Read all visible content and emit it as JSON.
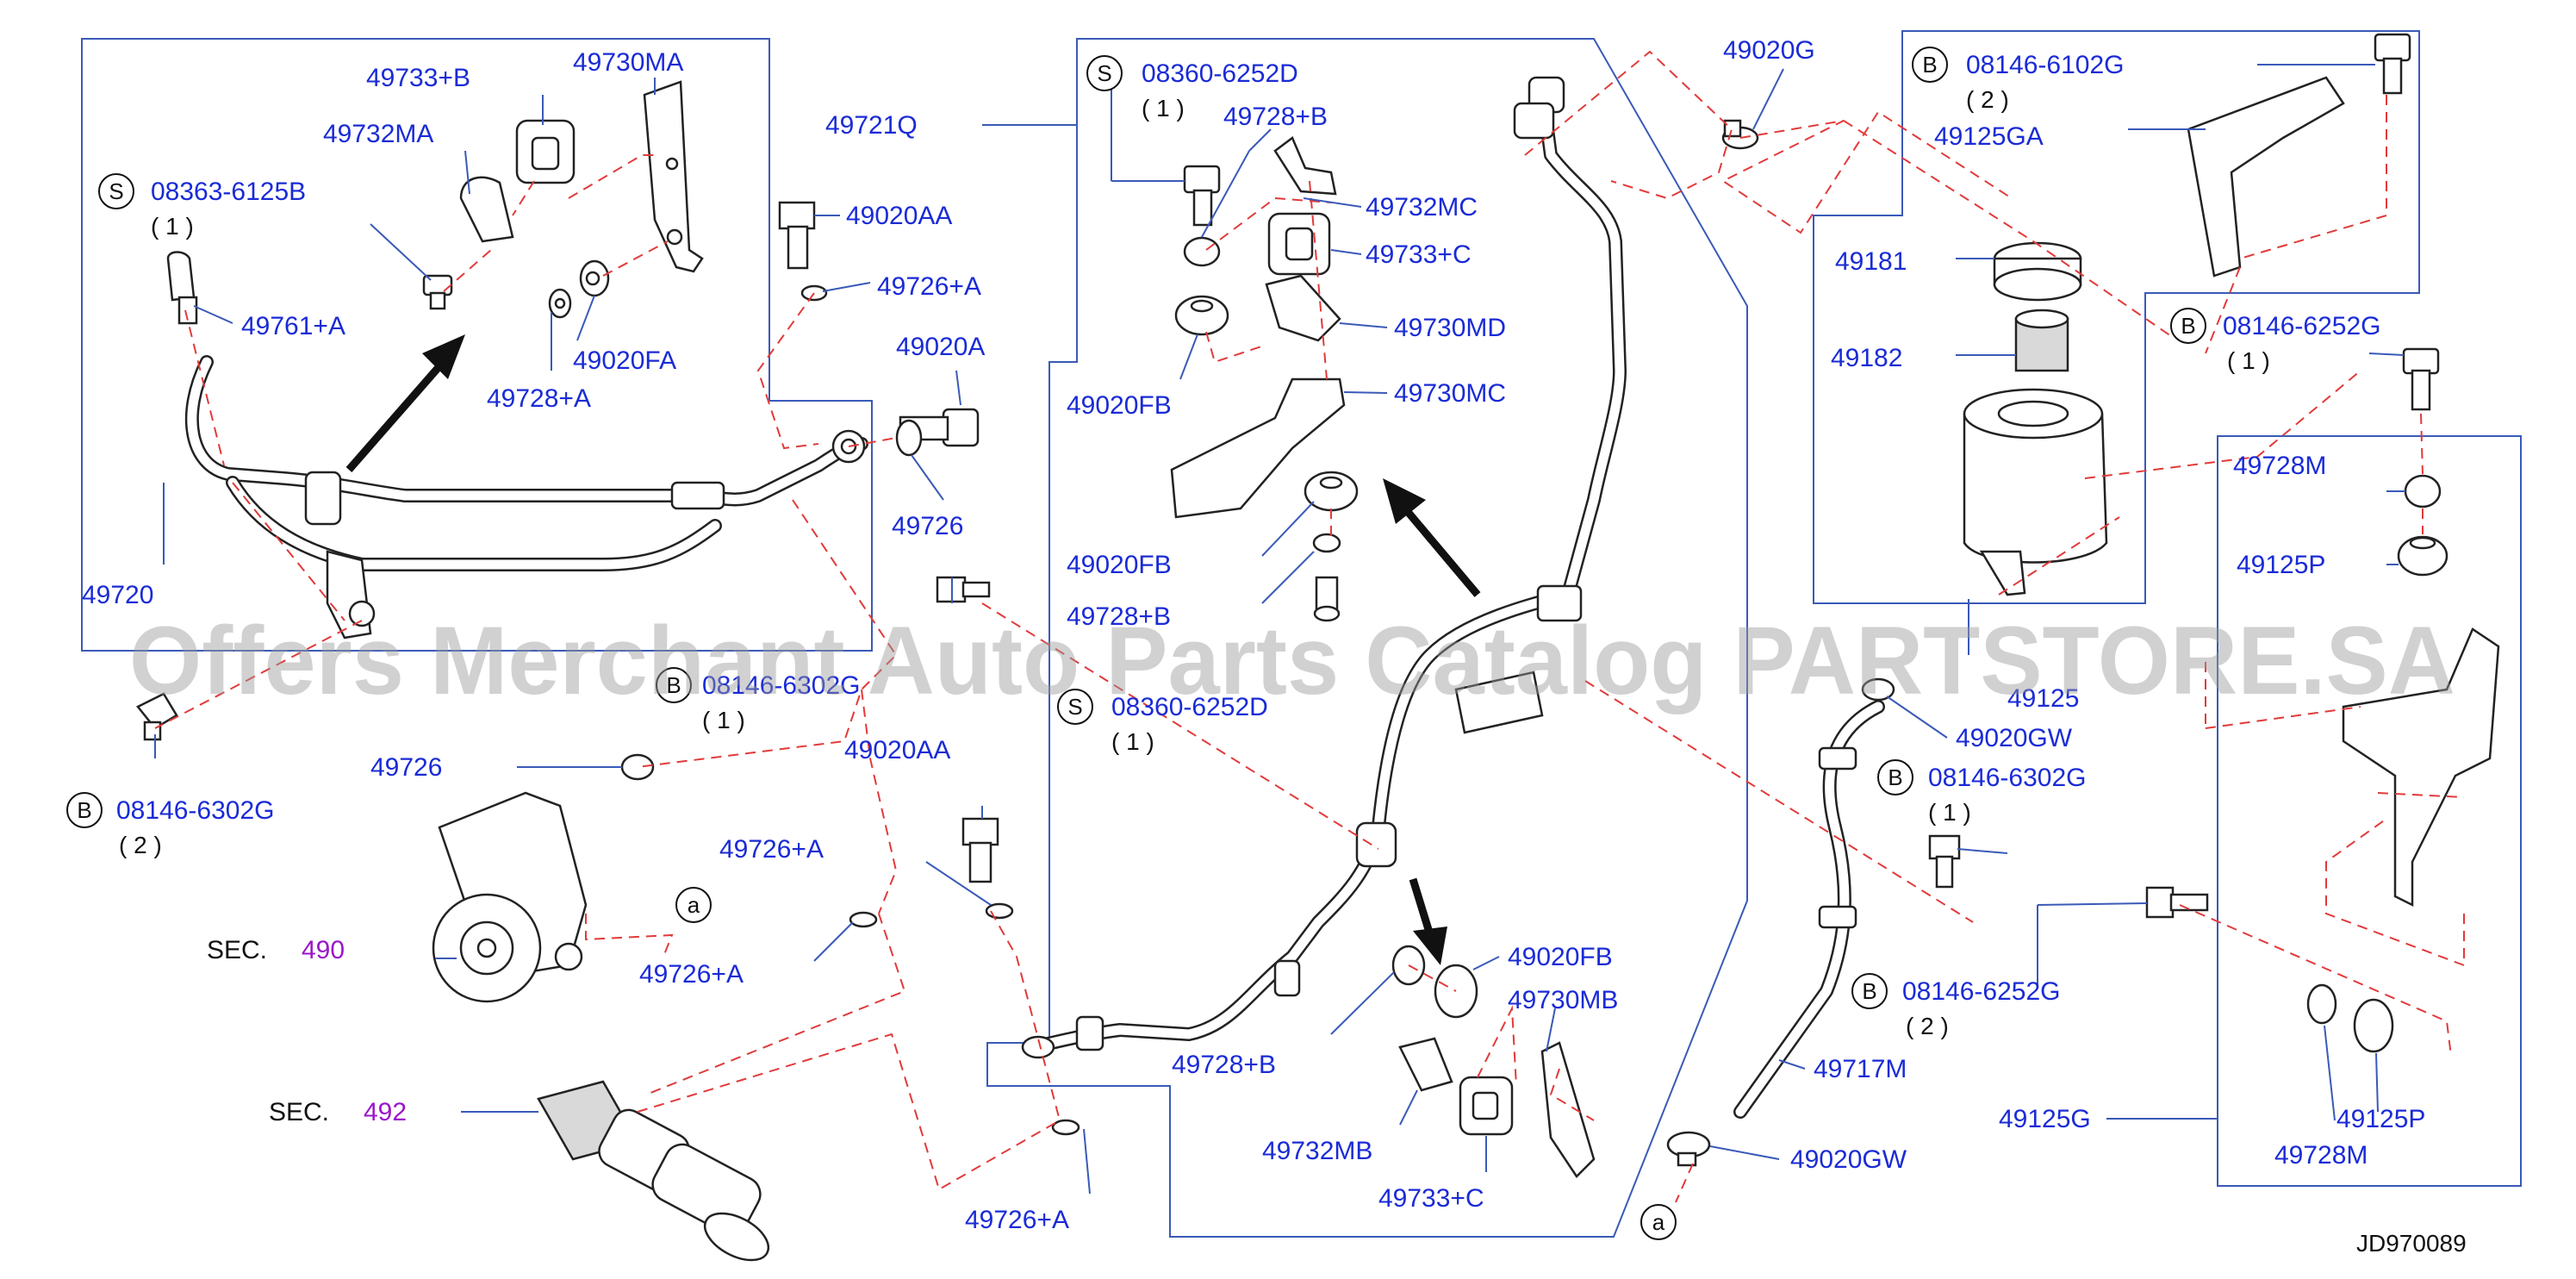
{
  "diagram": {
    "labels": {
      "l49733B_top": "49733+B",
      "l49730MA": "49730MA",
      "l49732MA": "49732MA",
      "l08363": "08363-6125B",
      "l08363q": "( 1 )",
      "l49761A": "49761+A",
      "l49020FA": "49020FA",
      "l49728A": "49728+A",
      "l49720": "49720",
      "l49721Q": "49721Q",
      "l49020AA_1": "49020AA",
      "l49726A_1": "49726+A",
      "l49020A": "49020A",
      "l49726_1": "49726",
      "l08146_6302_top": "08146-6302G",
      "l08146_6302_topq": "( 1 )",
      "l08146_6302_left": "08146-6302G",
      "l08146_6302_leftq": "( 2 )",
      "l49726_2": "49726",
      "l49020AA_2": "49020AA",
      "l49726A_2": "49726+A",
      "l49726A_3": "49726+A",
      "l49726A_4": "49726+A",
      "l08360_top": "08360-6252D",
      "l08360_topq": "( 1 )",
      "l49728B_1": "49728+B",
      "l49732MC": "49732MC",
      "l49733C_1": "49733+C",
      "l49730MD": "49730MD",
      "l49730MC": "49730MC",
      "l49020FB_1": "49020FB",
      "l49020FB_2": "49020FB",
      "l49728B_2": "49728+B",
      "l08360_mid": "08360-6252D",
      "l08360_midq": "( 1 )",
      "l49020FB_3": "49020FB",
      "l49730MB": "49730MB",
      "l49728B_3": "49728+B",
      "l49732MB": "49732MB",
      "l49733C_2": "49733+C",
      "l49020G": "49020G",
      "l08146_6102": "08146-6102G",
      "l08146_6102q": "( 2 )",
      "l49125GA": "49125GA",
      "l49181": "49181",
      "l49182": "49182",
      "l08146_6252_1": "08146-6252G",
      "l08146_6252_1q": "( 1 )",
      "l49728M_1": "49728M",
      "l49125P_1": "49125P",
      "l49125": "49125",
      "l49020GW_1": "49020GW",
      "l08146_6302_right": "08146-6302G",
      "l08146_6302_rightq": "( 1 )",
      "l08146_6252_2": "08146-6252G",
      "l08146_6252_2q": "( 2 )",
      "l49717M": "49717M",
      "l49125G": "49125G",
      "l49125P_2": "49125P",
      "l49728M_2": "49728M",
      "l49020GW_2": "49020GW",
      "sec_label_1": "SEC.",
      "sec_num_1": "490",
      "sec_label_2": "SEC.",
      "sec_num_2": "492",
      "ref_a": "a",
      "code": "JD970089"
    },
    "circle_markers": {
      "S": "S",
      "B": "B"
    },
    "watermark": "Offers Merchant Auto Parts Catalog PARTSTORE.SA",
    "colors": {
      "label": "#1a2bd6",
      "section_number": "#9a16c9",
      "leader": "#3a5ab8",
      "dashed": "#e23a3a"
    }
  }
}
